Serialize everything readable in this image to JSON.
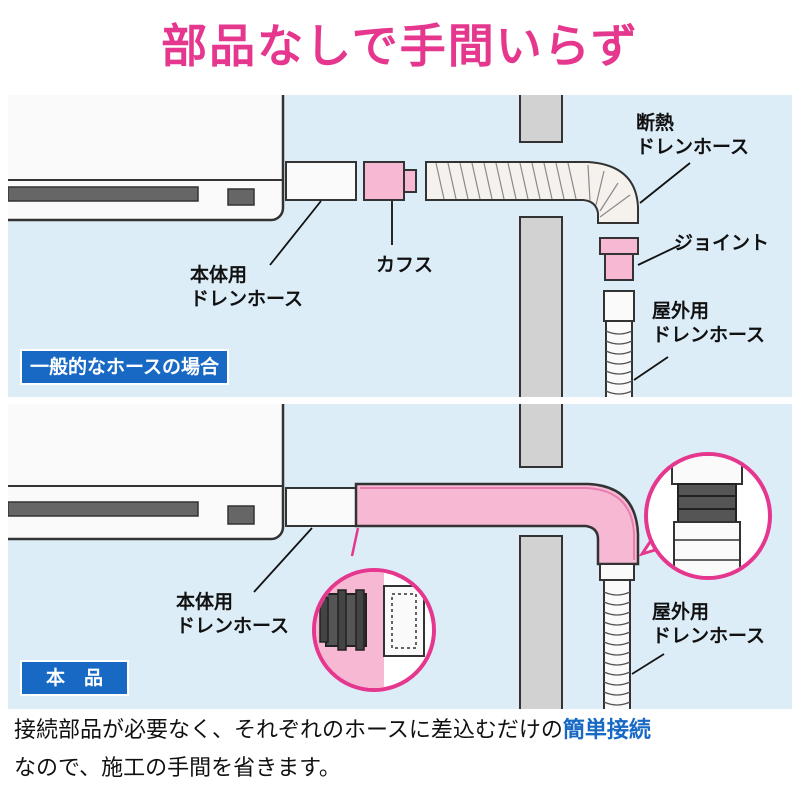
{
  "title": "部品なしで手間いらず",
  "colors": {
    "accent_pink": "#e6378f",
    "badge_blue": "#1769c4",
    "panel_bg": "#dcedf8",
    "part_pink": "#f7b8d3"
  },
  "top_panel": {
    "badge": "一般的なホースの場合",
    "labels": {
      "insulated_hose_1": "断熱",
      "insulated_hose_2": "ドレンホース",
      "cuffs": "カフス",
      "joint": "ジョイント",
      "unit_hose_1": "本体用",
      "unit_hose_2": "ドレンホース",
      "outdoor_hose_1": "屋外用",
      "outdoor_hose_2": "ドレンホース"
    }
  },
  "bottom_panel": {
    "badge": "本　品",
    "labels": {
      "unit_hose_1": "本体用",
      "unit_hose_2": "ドレンホース",
      "outdoor_hose_1": "屋外用",
      "outdoor_hose_2": "ドレンホース"
    }
  },
  "description": {
    "line1_text": "接続部品が必要なく、それぞれのホースに差込むだけの",
    "line1_highlight": "簡単接続",
    "line2": "なので、施工の手間を省きます。"
  }
}
